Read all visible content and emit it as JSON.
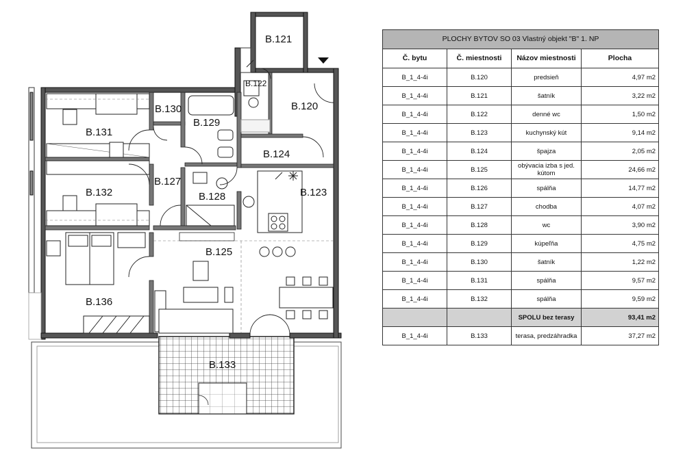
{
  "plan": {
    "rooms": [
      {
        "id": "B.121"
      },
      {
        "id": "B.122"
      },
      {
        "id": "B.120"
      },
      {
        "id": "B.130"
      },
      {
        "id": "B.129"
      },
      {
        "id": "B.131"
      },
      {
        "id": "B.124"
      },
      {
        "id": "B.127"
      },
      {
        "id": "B.132"
      },
      {
        "id": "B.128"
      },
      {
        "id": "B.123"
      },
      {
        "id": "B.125"
      },
      {
        "id": "B.136"
      },
      {
        "id": "B.133"
      }
    ]
  },
  "table": {
    "title": "PLOCHY BYTOV SO 03  Vlastný objekt \"B\"   1. NP",
    "headers": [
      "Č. bytu",
      "Č. miestnosti",
      "Názov miestnosti",
      "Plocha"
    ],
    "rows": [
      [
        "B_1_4-4i",
        "B.120",
        "predsieň",
        "4,97  m2"
      ],
      [
        "B_1_4-4i",
        "B.121",
        "šatník",
        "3,22  m2"
      ],
      [
        "B_1_4-4i",
        "B.122",
        "denné wc",
        "1,50  m2"
      ],
      [
        "B_1_4-4i",
        "B.123",
        "kuchynský kút",
        "9,14  m2"
      ],
      [
        "B_1_4-4i",
        "B.124",
        "špajza",
        "2,05  m2"
      ],
      [
        "B_1_4-4i",
        "B.125",
        "obývacia izba s jed. kútom",
        "24,66  m2"
      ],
      [
        "B_1_4-4i",
        "B.126",
        "spálňa",
        "14,77  m2"
      ],
      [
        "B_1_4-4i",
        "B.127",
        "chodba",
        "4,07  m2"
      ],
      [
        "B_1_4-4i",
        "B.128",
        "wc",
        "3,90  m2"
      ],
      [
        "B_1_4-4i",
        "B.129",
        "kúpeľňa",
        "4,75  m2"
      ],
      [
        "B_1_4-4i",
        "B.130",
        "šatník",
        "1,22  m2"
      ],
      [
        "B_1_4-4i",
        "B.131",
        "spálňa",
        "9,57  m2"
      ],
      [
        "B_1_4-4i",
        "B.132",
        "spálňa",
        "9,59  m2"
      ]
    ],
    "total": {
      "label": "SPOLU bez terasy",
      "value": "93,41  m2"
    },
    "extra": [
      "B_1_4-4i",
      "B.133",
      "terasa, predzáhradka",
      "37,27  m2"
    ]
  }
}
